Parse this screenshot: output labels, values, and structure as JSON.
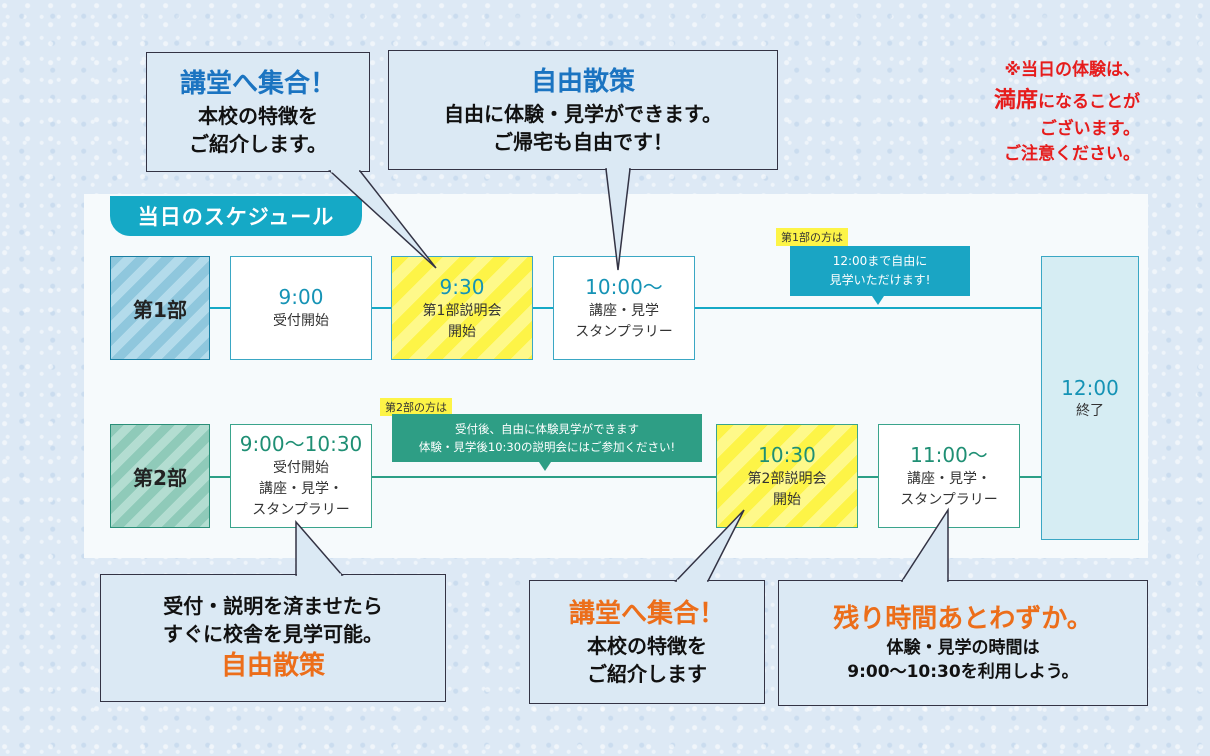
{
  "schedule_title": "当日のスケジュール",
  "parts": [
    {
      "label": "第1部"
    },
    {
      "label": "第2部"
    }
  ],
  "boxes": {
    "p1_reception": {
      "time": "9:00",
      "desc": "受付開始"
    },
    "p1_briefing": {
      "time": "9:30",
      "desc1": "第1部説明会",
      "desc2": "開始"
    },
    "p1_lecture": {
      "time": "10:00～",
      "desc1": "講座・見学",
      "desc2": "スタンプラリー"
    },
    "p2_reception": {
      "time": "9:00～10:30",
      "desc1": "受付開始",
      "desc2": "講座・見学・",
      "desc3": "スタンプラリー"
    },
    "p2_briefing": {
      "time": "10:30",
      "desc1": "第2部説明会",
      "desc2": "開始"
    },
    "p2_lecture": {
      "time": "11:00～",
      "desc1": "講座・見学・",
      "desc2": "スタンプラリー"
    },
    "end": {
      "time": "12:00",
      "desc": "終了"
    }
  },
  "notes": {
    "p1": {
      "tag": "第1部の方は",
      "line1": "12:00まで自由に",
      "line2": "見学いただけます!"
    },
    "p2": {
      "tag": "第2部の方は",
      "line1": "受付後、自由に体験見学ができます",
      "line2": "体験・見学後10:30の説明会にはご参加ください!"
    }
  },
  "callouts": {
    "c1": {
      "heading": "講堂へ集合！",
      "line1": "本校の特徴を",
      "line2": "ご紹介します。"
    },
    "c2": {
      "heading": "自由散策",
      "line1": "自由に体験・見学ができます。",
      "line2": "ご帰宅も自由です！"
    },
    "c3": {
      "line1": "受付・説明を済ませたら",
      "line2": "すぐに校舎を見学可能。",
      "heading": "自由散策"
    },
    "c4": {
      "heading": "講堂へ集合！",
      "line1": "本校の特徴を",
      "line2": "ご紹介します"
    },
    "c5": {
      "heading": "残り時間あとわずか。",
      "line1": "体験・見学の時間は",
      "line2": "9:00～10:30を利用しよう。"
    }
  },
  "notice": {
    "line1": "※当日の体験は、",
    "big": "満席",
    "line2_rest": "になることが",
    "line3": "ございます。",
    "line4": "ご注意ください。"
  },
  "colors": {
    "teal": "#15a9c6",
    "green": "#2e9e85",
    "highlight_yellow": "#fdf447",
    "callout_bg": "#dbe9f4",
    "heading_blue": "#1b74c1",
    "heading_orange": "#ec6e1a",
    "notice_red": "#e61c1c"
  }
}
